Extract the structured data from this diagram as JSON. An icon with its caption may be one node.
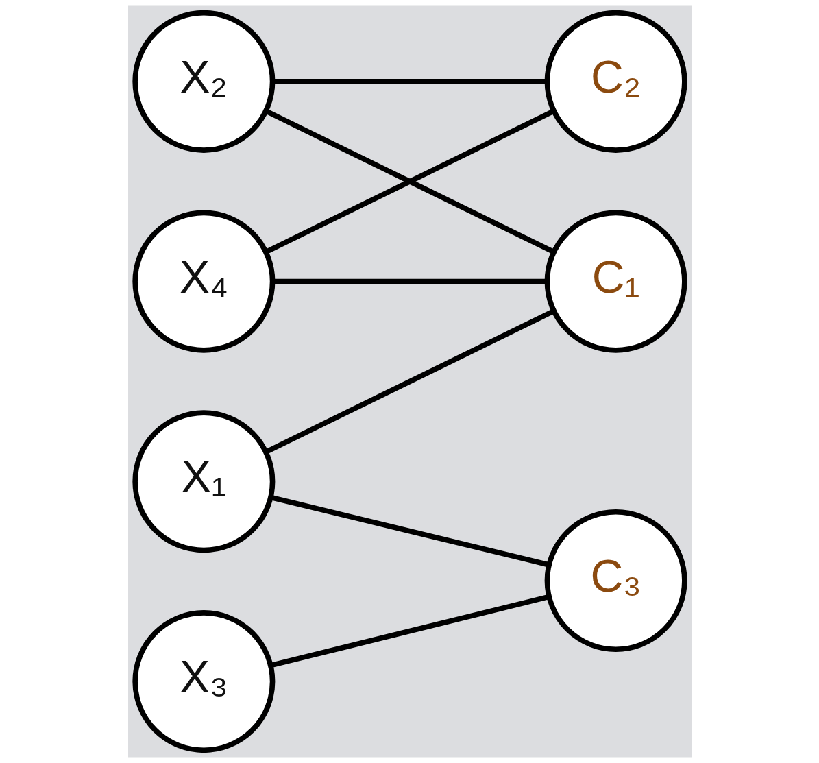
{
  "diagram": {
    "nodes": [
      {
        "text": [
          "X₁"
        ]
      },
      {
        "text": [
          "X₂"
        ]
      },
      {
        "text": [
          "X₃"
        ]
      },
      {
        "text": [
          "X₄"
        ]
      },
      {
        "text": [
          "C₁"
        ]
      },
      {
        "text": [
          "C₂"
        ]
      },
      {
        "text": [
          "C₃"
        ]
      }
    ],
    "edges": [
      {
        "from": 0,
        "to": 4,
        "arrow": "none"
      },
      {
        "from": 0,
        "to": 6,
        "arrow": "none"
      },
      {
        "from": 1,
        "to": 4,
        "arrow": "none"
      },
      {
        "from": 1,
        "to": 5,
        "arrow": "none"
      },
      {
        "from": 2,
        "to": 6,
        "arrow": "none"
      },
      {
        "from": 3,
        "to": 4,
        "arrow": "none"
      },
      {
        "from": 3,
        "to": 5,
        "arrow": "none"
      }
    ]
  }
}
